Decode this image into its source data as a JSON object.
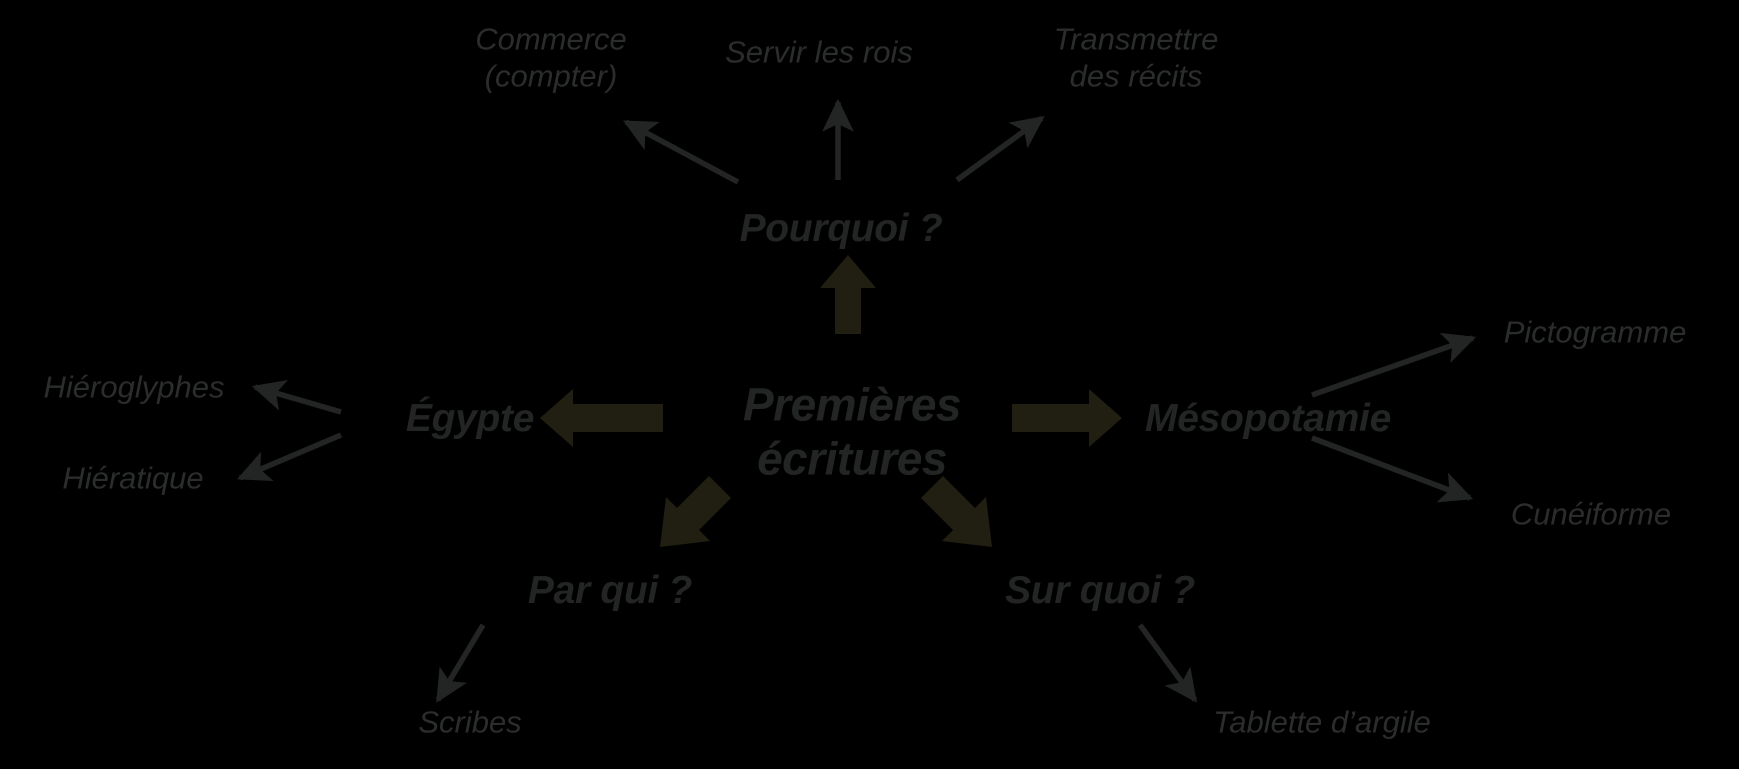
{
  "diagram": {
    "type": "mind-map",
    "language": "fr",
    "background_color": "#000000",
    "hub_text_color": "#232525",
    "branch_text_color": "#232525",
    "leaf_text_color": "#2b2d2d",
    "thick_arrow_color": "#211f11",
    "thin_arrow_color": "#232525",
    "center": {
      "label_line1": "Premières",
      "label_line2": "écritures"
    },
    "branches": [
      {
        "id": "pourquoi",
        "label": "Pourquoi ?"
      },
      {
        "id": "egypte",
        "label": "Égypte"
      },
      {
        "id": "mesopotamie",
        "label": "Mésopotamie"
      },
      {
        "id": "par-qui",
        "label": "Par qui ?"
      },
      {
        "id": "sur-quoi",
        "label": "Sur quoi ?"
      }
    ],
    "leaves": [
      {
        "id": "commerce",
        "parent": "pourquoi",
        "line1": "Commerce",
        "line2": "(compter)"
      },
      {
        "id": "servir-rois",
        "parent": "pourquoi",
        "line1": "Servir les rois",
        "line2": ""
      },
      {
        "id": "transmettre",
        "parent": "pourquoi",
        "line1": "Transmettre",
        "line2": "des récits"
      },
      {
        "id": "hieroglyphes",
        "parent": "egypte",
        "line1": "Hiéroglyphes",
        "line2": ""
      },
      {
        "id": "hieratique",
        "parent": "egypte",
        "line1": "Hiératique",
        "line2": ""
      },
      {
        "id": "pictogramme",
        "parent": "mesopotamie",
        "line1": "Pictogramme",
        "line2": ""
      },
      {
        "id": "cuneiforme",
        "parent": "mesopotamie",
        "line1": "Cunéiforme",
        "line2": ""
      },
      {
        "id": "scribes",
        "parent": "par-qui",
        "line1": "Scribes",
        "line2": ""
      },
      {
        "id": "tablette",
        "parent": "sur-quoi",
        "line1": "Tablette d’argile",
        "line2": ""
      }
    ]
  }
}
